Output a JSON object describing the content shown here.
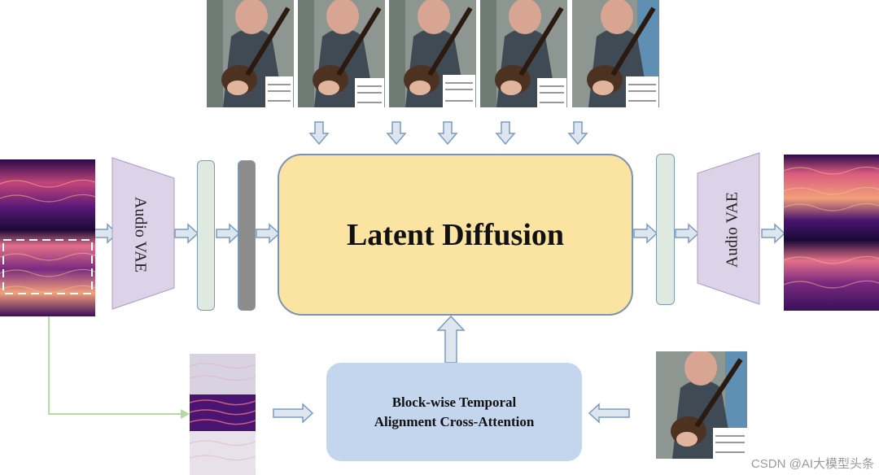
{
  "center": {
    "title": "Latent Diffusion"
  },
  "encoder": {
    "label": "Audio VAE"
  },
  "decoder": {
    "label": "Audio VAE"
  },
  "attention": {
    "line1": "Block-wise Temporal",
    "line2": "Alignment Cross-Attention"
  },
  "watermark": "CSDN @AI大模型头条",
  "colors": {
    "latent_fill": "#fbe3a1",
    "latent_border": "#7d93b2",
    "attention_fill": "#c4d5ee",
    "vae_fill": "#ddd3e8",
    "slab_green": "#dfe9df",
    "slab_gray": "#8c8c8c",
    "arrow_fill": "#dde6ef",
    "arrow_stroke": "#7b9bbd",
    "connector_green": "#b7d9a6"
  }
}
